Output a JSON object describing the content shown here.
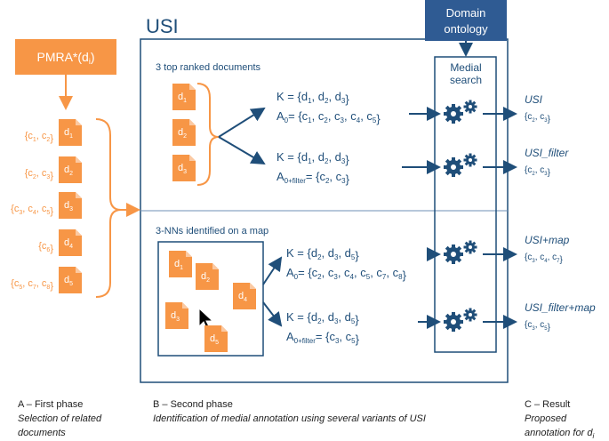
{
  "usi_title": "USI",
  "domain_ontology": {
    "line1": "Domain",
    "line2": "ontology"
  },
  "medial_search": {
    "line1": "Medial",
    "line2": "search"
  },
  "pmra_label": "PMRA*(d",
  "pmra_sub": "i",
  "pmra_close": ")",
  "phase_a": {
    "docs": [
      "1",
      "2",
      "3",
      "4",
      "5"
    ],
    "concept_sets": [
      {
        "items": [
          [
            "c",
            "1"
          ],
          [
            "c",
            "2"
          ]
        ]
      },
      {
        "items": [
          [
            "c",
            "2"
          ],
          [
            "c",
            "3"
          ]
        ]
      },
      {
        "items": [
          [
            "c",
            "3"
          ],
          [
            "c",
            "4"
          ],
          [
            "c",
            "5"
          ]
        ]
      },
      {
        "items": [
          [
            "c",
            "6"
          ]
        ]
      },
      {
        "items": [
          [
            "c",
            "5"
          ],
          [
            "c",
            "7"
          ],
          [
            "c",
            "8"
          ]
        ]
      }
    ],
    "title": "A – First phase",
    "subtitle_line1": "Selection of related",
    "subtitle_line2": "documents"
  },
  "top": {
    "heading": "3 top ranked documents",
    "docs": [
      "1",
      "2",
      "3"
    ],
    "k1": {
      "prefix": "K = {",
      "items": [
        [
          "d",
          "1"
        ],
        [
          "d",
          "2"
        ],
        [
          "d",
          "3"
        ]
      ],
      "suffix": "}"
    },
    "a1": {
      "prefix": "A",
      "sub": "0",
      "eq": "= {",
      "items": [
        [
          "c",
          "1"
        ],
        [
          "c",
          "2"
        ],
        [
          "c",
          "3"
        ],
        [
          "c",
          "4"
        ],
        [
          "c",
          "5"
        ]
      ],
      "suffix": "}"
    },
    "k2": {
      "prefix": "K = {",
      "items": [
        [
          "d",
          "1"
        ],
        [
          "d",
          "2"
        ],
        [
          "d",
          "3"
        ]
      ],
      "suffix": "}"
    },
    "a2": {
      "prefix": "A",
      "sub": "0+filter",
      "eq": "= {",
      "items": [
        [
          "c",
          "2"
        ],
        [
          "c",
          "3"
        ]
      ],
      "suffix": "}"
    }
  },
  "bottom": {
    "heading": "3-NNs identified on a map",
    "map_docs": [
      "1",
      "2",
      "3",
      "4",
      "5"
    ],
    "k1": {
      "prefix": "K = {",
      "items": [
        [
          "d",
          "2"
        ],
        [
          "d",
          "3"
        ],
        [
          "d",
          "5"
        ]
      ],
      "suffix": "}"
    },
    "a1": {
      "prefix": "A",
      "sub": "0",
      "eq": "= {",
      "items": [
        [
          "c",
          "2"
        ],
        [
          "c",
          "3"
        ],
        [
          "c",
          "4"
        ],
        [
          "c",
          "5"
        ],
        [
          "c",
          "7"
        ],
        [
          "c",
          "8"
        ]
      ],
      "suffix": "}"
    },
    "k2": {
      "prefix": "K = {",
      "items": [
        [
          "d",
          "2"
        ],
        [
          "d",
          "3"
        ],
        [
          "d",
          "5"
        ]
      ],
      "suffix": "}"
    },
    "a2": {
      "prefix": "A",
      "sub": "0+filter",
      "eq": "= {",
      "items": [
        [
          "c",
          "3"
        ],
        [
          "c",
          "5"
        ]
      ],
      "suffix": "}"
    }
  },
  "results": [
    {
      "name": "USI",
      "items": [
        [
          "c",
          "2"
        ],
        [
          "c",
          "3"
        ]
      ]
    },
    {
      "name": "USI_filter",
      "items": [
        [
          "c",
          "2"
        ],
        [
          "c",
          "3"
        ]
      ]
    },
    {
      "name": "USI+map",
      "items": [
        [
          "c",
          "3"
        ],
        [
          "c",
          "4"
        ],
        [
          "c",
          "7"
        ]
      ]
    },
    {
      "name": "USI_filter+map",
      "items": [
        [
          "c",
          "3"
        ],
        [
          "c",
          "5"
        ]
      ]
    }
  ],
  "phase_b": {
    "title": "B – Second phase",
    "subtitle": "Identification of medial annotation using several variants of USI"
  },
  "phase_c": {
    "title": "C – Result",
    "subtitle_line1": "Proposed",
    "subtitle_line2": "annotation for d",
    "subtitle_sub": "i"
  },
  "colors": {
    "blue": "#1f4e79",
    "orange": "#f79646",
    "navy_box": "#2f5b93"
  }
}
